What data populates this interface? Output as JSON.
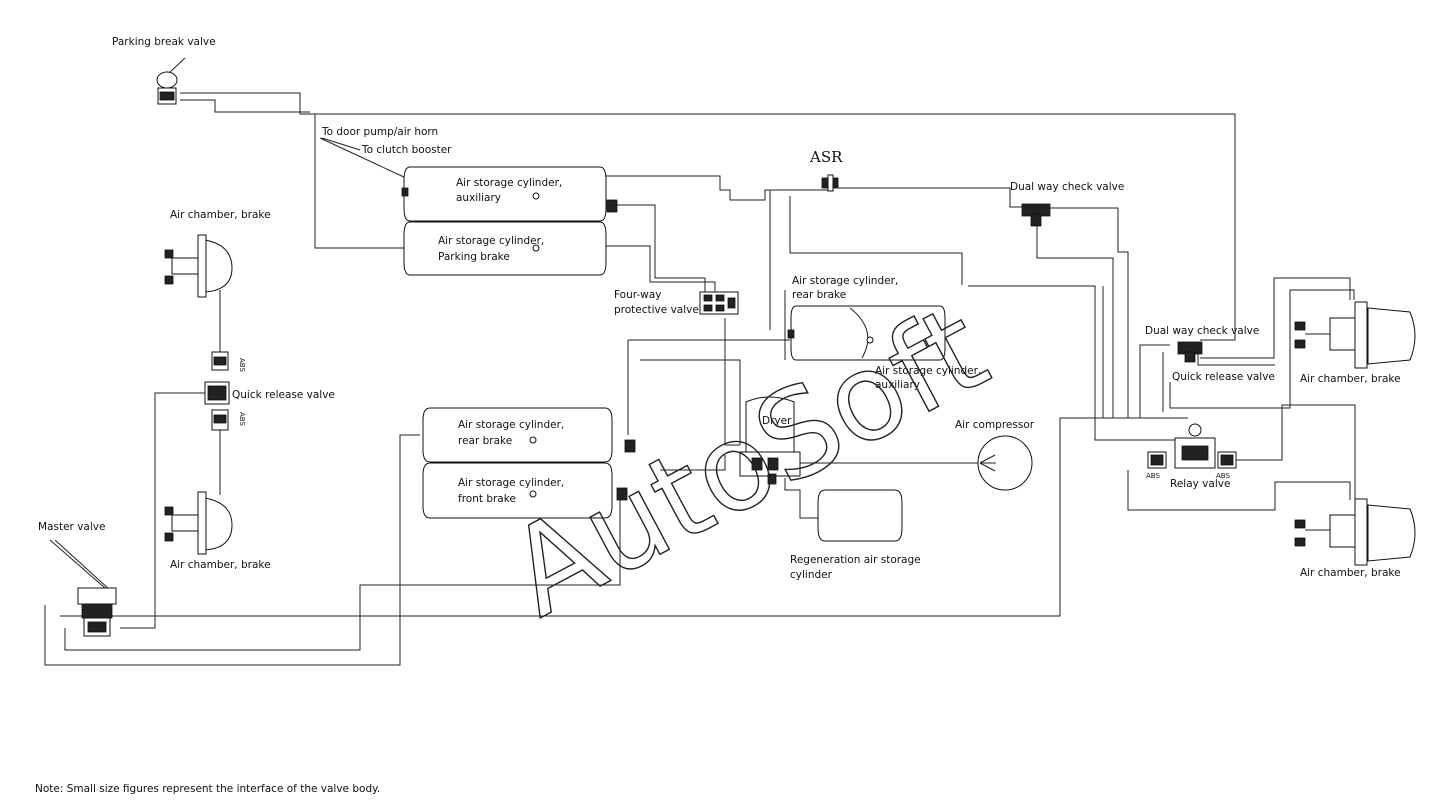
{
  "labels": {
    "parking_brake_valve": "Parking break valve",
    "to_door_pump": "To door pump/air horn",
    "to_clutch_booster": "To clutch booster",
    "asr": "ASR",
    "dual_way_check_valve_top": "Dual way check valve",
    "dual_way_check_valve_right": "Dual way check valve",
    "air_chamber_brake_tl": "Air chamber, brake",
    "air_chamber_brake_bl": "Air chamber, brake",
    "air_chamber_brake_tr": "Air chamber, brake",
    "air_chamber_brake_br": "Air chamber, brake",
    "quick_release_valve_left": "Quick release valve",
    "quick_release_valve_right": "Quick release valve",
    "four_way_line1": "Four-way",
    "four_way_line2": "protective valve",
    "master_valve": "Master valve",
    "dryer": "Dryer",
    "air_compressor": "Air compressor",
    "relay_valve": "Relay valve",
    "regen_line1": "Regeneration air storage",
    "regen_line2": "cylinder",
    "abs_1": "ABS",
    "abs_2": "ABS",
    "abs_3": "ABS",
    "abs_4": "ABS",
    "watermark": "AutoSoft",
    "note": "Note: Small size figures represent the interface of the valve body."
  },
  "cylinders": {
    "aux_top_line1": "Air storage cylinder,",
    "aux_top_line2": "auxiliary",
    "parking_line1": "Air storage cylinder,",
    "parking_line2": "Parking brake",
    "rear_right_line1": "Air storage cylinder,",
    "rear_right_line2": "rear brake",
    "aux_right_line1": "Air storage cylinder,",
    "aux_right_line2": "auxiliary",
    "rear_left_line1": "Air storage cylinder,",
    "rear_left_line2": "rear brake",
    "front_left_line1": "Air storage cylinder,",
    "front_left_line2": "front brake"
  }
}
